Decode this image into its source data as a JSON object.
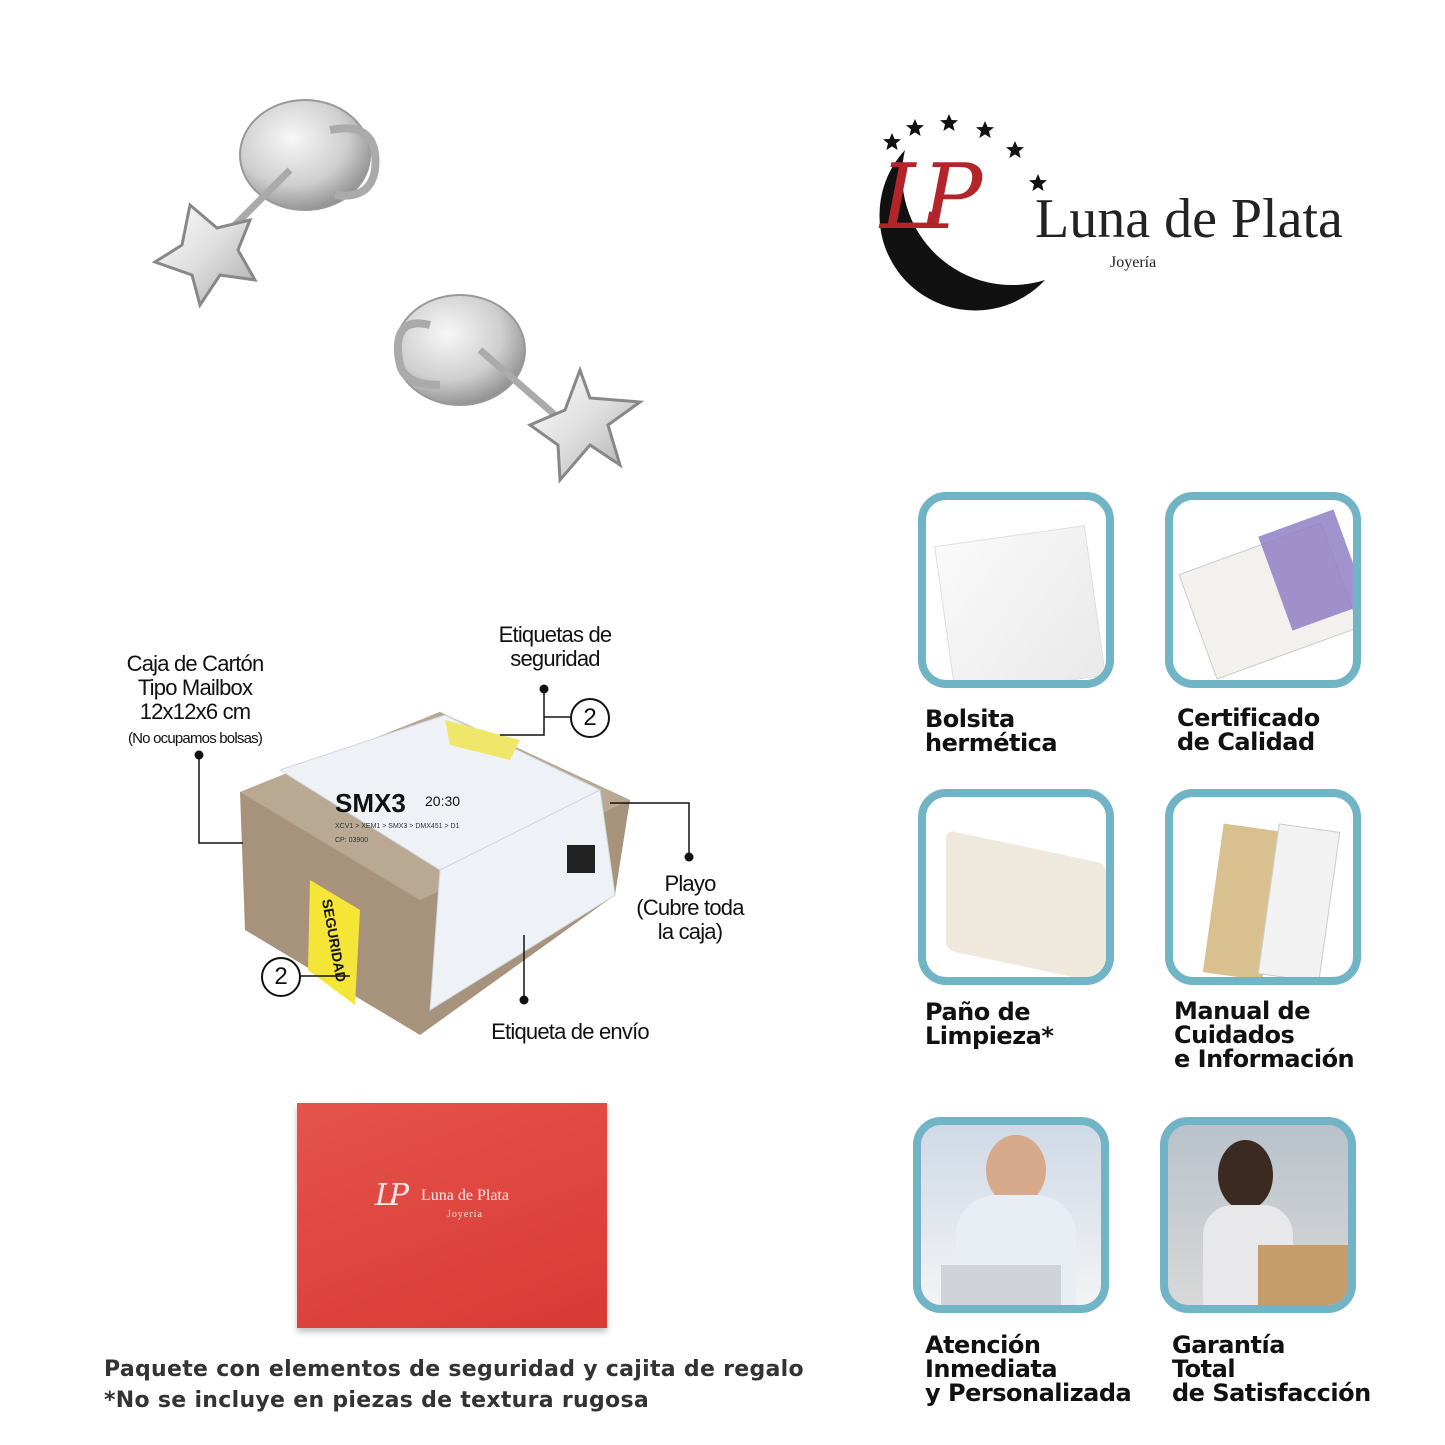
{
  "brand": {
    "name": "Luna de Plata",
    "subtitle": "Joyería",
    "monogram": "LP",
    "colors": {
      "red": "#b3252a",
      "black": "#111111",
      "teal": "#70b4c6",
      "giftbox": "#e0433d"
    }
  },
  "package": {
    "box_label": [
      "Caja de Cartón",
      "Tipo Mailbox",
      "12x12x6 cm"
    ],
    "box_note": "(No ocupamos bolsas)",
    "security_labels": [
      "Etiquetas de",
      "seguridad"
    ],
    "security_count": "2",
    "wrap_label": [
      "Playo",
      "(Cubre toda",
      "la caja)"
    ],
    "shipping_label": "Etiqueta de envío",
    "shipping_sticker": {
      "code": "SMX3",
      "time": "20:30",
      "route": "XCV1 > XEM1 > SMX3 > DMX451 > D1",
      "cp": "CP: 03900",
      "seal": "SEGURIDAD"
    }
  },
  "caption": {
    "line1": "Paquete con elementos de seguridad y cajita de regalo",
    "line2": "*No se incluye en piezas de textura rugosa"
  },
  "features": [
    {
      "label": "Bolsita\nhermética",
      "icon": "ziplock-bag"
    },
    {
      "label": "Certificado\nde Calidad",
      "icon": "certificate"
    },
    {
      "label": "Paño de\nLimpieza*",
      "icon": "cleaning-cloth"
    },
    {
      "label": "Manual de\nCuidados\ne Información",
      "icon": "manual"
    },
    {
      "label": "Atención\nInmediata\ny Personalizada",
      "icon": "support-agent"
    },
    {
      "label": "Garantía\nTotal\nde Satisfacción",
      "icon": "happy-customer"
    }
  ]
}
